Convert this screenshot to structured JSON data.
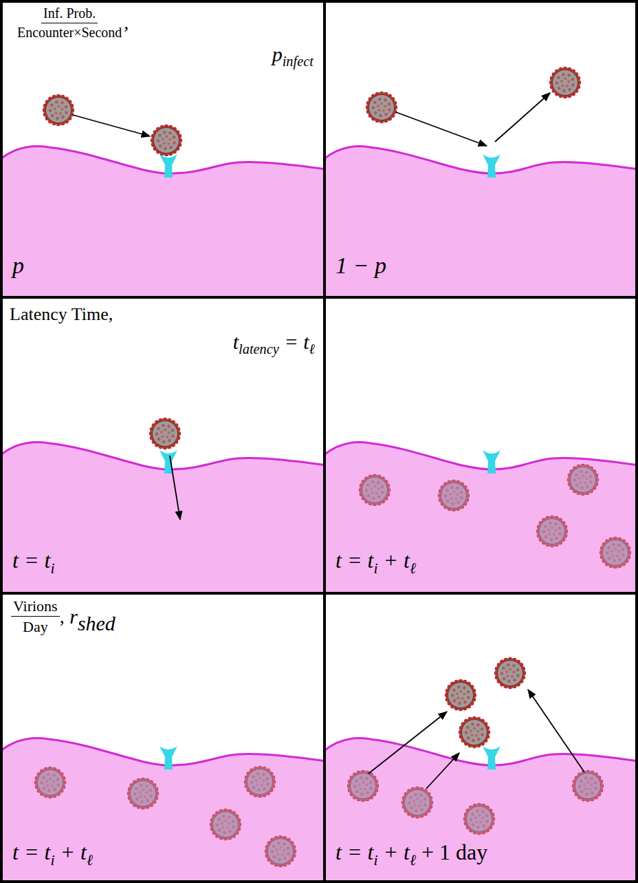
{
  "diagram": {
    "nodes": [
      {
        "text": [
          "Inf. Prob.",
          "Encounter×Second",
          ",",
          "p",
          "infect",
          "p"
        ]
      },
      {
        "text": [
          "1 − p"
        ]
      },
      {
        "text": [
          "Latency Time,",
          "t",
          "latency",
          "= t",
          "ℓ",
          "t = t",
          "i"
        ]
      },
      {
        "text": [
          "t = t",
          "i",
          "+ t",
          "ℓ"
        ]
      },
      {
        "text": [
          "Virions",
          "Day",
          ",",
          "r",
          "shed",
          "t = t",
          "i",
          "+ t",
          "ℓ"
        ]
      },
      {
        "text": [
          "t = t",
          "i",
          "+ t",
          "ℓ",
          "+ 1 day"
        ]
      }
    ]
  }
}
